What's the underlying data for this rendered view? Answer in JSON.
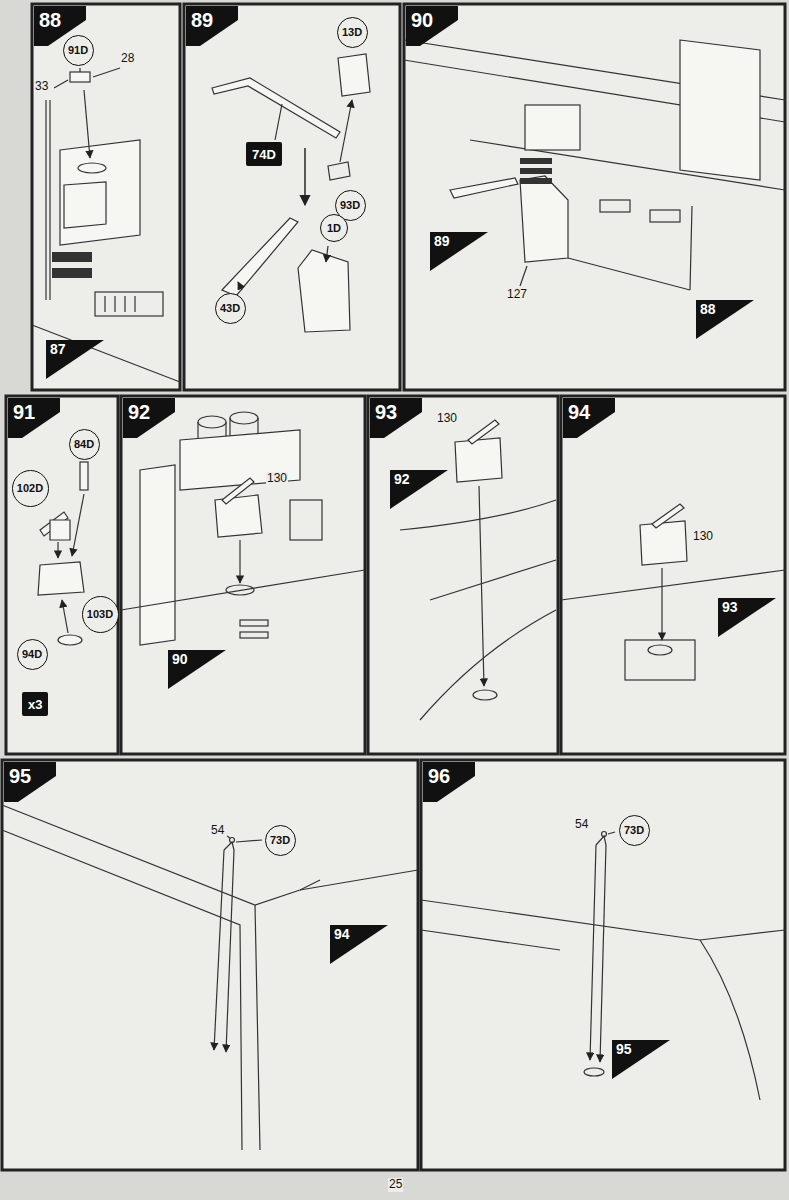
{
  "diagram": {
    "nodes": [
      {
        "text": [
          "88"
        ]
      },
      {
        "text": [
          "91D"
        ]
      },
      {
        "text": [
          "87"
        ]
      },
      {
        "text": [
          "89"
        ]
      },
      {
        "text": [
          "13D"
        ]
      },
      {
        "text": [
          "74D"
        ]
      },
      {
        "text": [
          "93D"
        ]
      },
      {
        "text": [
          "1D"
        ]
      },
      {
        "text": [
          "43D"
        ]
      },
      {
        "text": [
          "90"
        ]
      },
      {
        "text": [
          "89"
        ]
      },
      {
        "text": [
          "88"
        ]
      },
      {
        "text": [
          "91"
        ]
      },
      {
        "text": [
          "84D"
        ]
      },
      {
        "text": [
          "102D"
        ]
      },
      {
        "text": [
          "103D"
        ]
      },
      {
        "text": [
          "94D"
        ]
      },
      {
        "text": [
          "x3"
        ]
      },
      {
        "text": [
          "92"
        ]
      },
      {
        "text": [
          "90"
        ]
      },
      {
        "text": [
          "93"
        ]
      },
      {
        "text": [
          "92"
        ]
      },
      {
        "text": [
          "94"
        ]
      },
      {
        "text": [
          "93"
        ]
      },
      {
        "text": [
          "95"
        ]
      },
      {
        "text": [
          "73D"
        ]
      },
      {
        "text": [
          "94"
        ]
      },
      {
        "text": [
          "96"
        ]
      },
      {
        "text": [
          "73D"
        ]
      },
      {
        "text": [
          "95"
        ]
      }
    ],
    "labels": [
      "33",
      "28",
      "127",
      "130",
      "130",
      "130",
      "54",
      "54",
      "25"
    ]
  }
}
